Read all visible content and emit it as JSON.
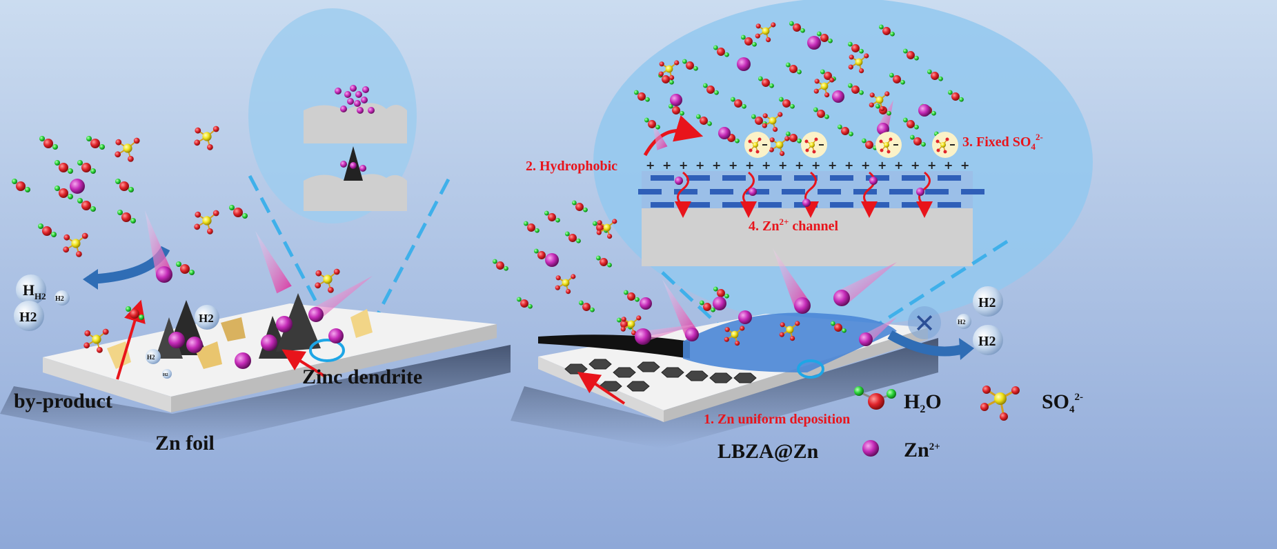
{
  "left_panel": {
    "substrate_label": "Zn foil",
    "byproduct_label": "by-product",
    "dendrite_label": "Zinc dendrite",
    "bubbles": [
      "H2",
      "H2",
      "H2",
      "H2",
      "H2",
      "H2"
    ]
  },
  "right_panel": {
    "substrate_label": "LBZA@Zn",
    "step1": "1. Zn uniform deposition",
    "step2": "2. Hydrophobic",
    "step3_main": "3. Fixed SO",
    "step3_sub": "4",
    "step3_sup": "2-",
    "step4_main": "4. Zn",
    "step4_sup": "2+",
    "step4_tail": " channel",
    "bubbles": [
      "H2",
      "H2",
      "H2"
    ],
    "blocked_symbol": "✕"
  },
  "legend": {
    "water": {
      "main": "H",
      "sub": "2",
      "tail": "O"
    },
    "sulfate": {
      "main": "SO",
      "sub": "4",
      "sup": "2-"
    },
    "zinc": {
      "main": "Zn",
      "sup": "2+"
    }
  },
  "colors": {
    "zinc_ion": "#c52bb8",
    "oxygen": "#e0242b",
    "hydrogen": "#2bd43a",
    "sulfur": "#f0e21a",
    "annotation": "#e8141b"
  }
}
